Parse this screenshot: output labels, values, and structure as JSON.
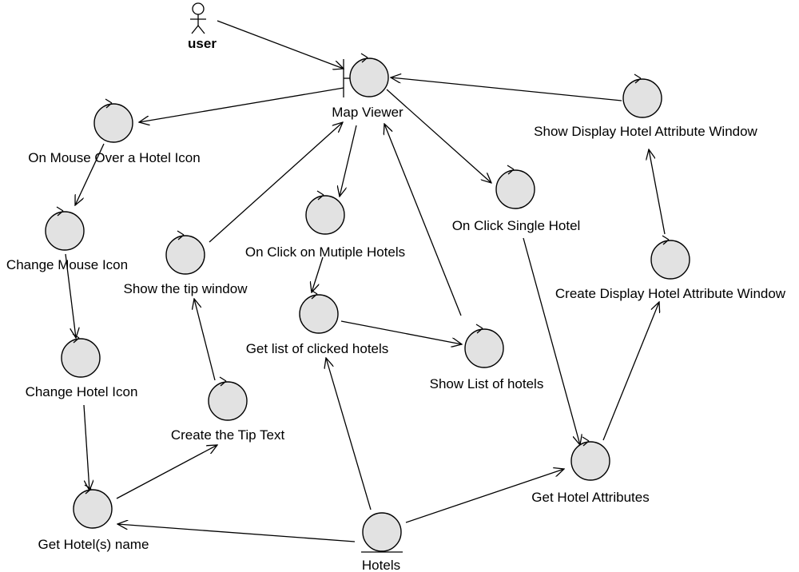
{
  "diagram": {
    "actor": {
      "label": "user"
    },
    "objects": {
      "map_viewer": "Map Viewer",
      "show_display_hotel_attribute_window": "Show Display Hotel Attribute Window",
      "on_mouse_over_hotel_icon": "On Mouse Over a Hotel Icon",
      "change_mouse_icon": "Change Mouse Icon",
      "show_tip_window": "Show the tip window",
      "on_click_multiple_hotels": "On Click on Mutiple Hotels",
      "on_click_single_hotel": "On Click Single Hotel",
      "create_display_hotel_attribute_window": "Create Display Hotel Attribute Window",
      "get_list_clicked_hotels": "Get list of clicked hotels",
      "change_hotel_icon": "Change Hotel Icon",
      "show_list_of_hotels": "Show List of hotels",
      "create_tip_text": "Create the Tip Text",
      "get_hotel_attributes": "Get Hotel Attributes",
      "get_hotels_name": "Get Hotel(s) name",
      "hotels": "Hotels"
    },
    "kinds": {
      "map_viewer": "boundary",
      "hotels": "entity"
    }
  }
}
